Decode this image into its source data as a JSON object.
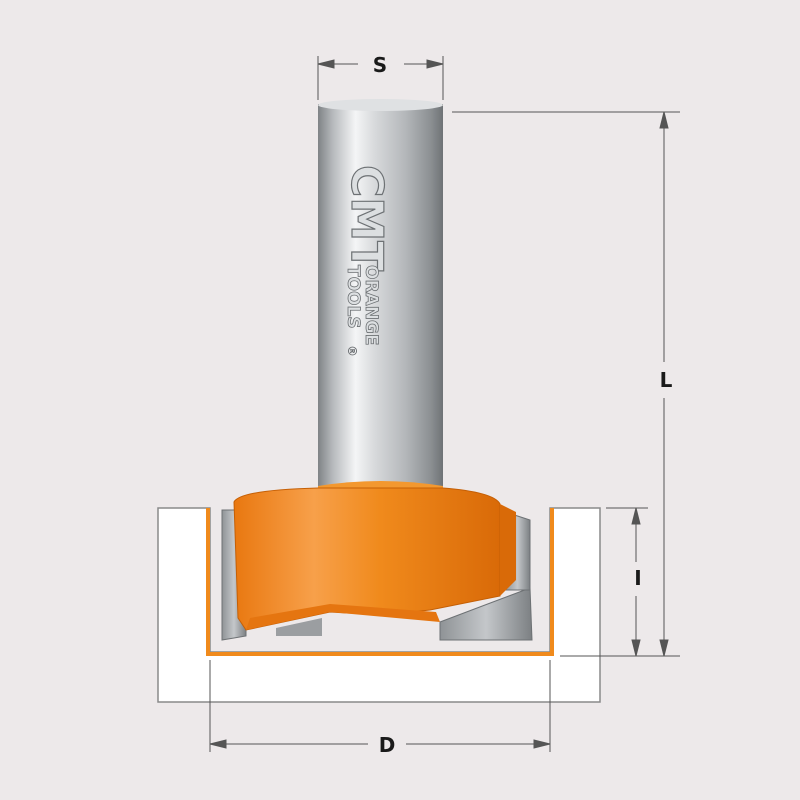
{
  "diagram": {
    "brand": {
      "logo": "CMT",
      "line1": "ORANGE",
      "line2": "TOOLS",
      "registered": "®"
    },
    "dimensions": {
      "shank": "S",
      "length": "L",
      "cut_height": "I",
      "diameter": "D"
    },
    "colors": {
      "background": "#ede9ea",
      "body_orange": "#f08a1c",
      "shank_steel": "#c9cbcd",
      "workpiece": "#ffffff",
      "line": "#555555"
    }
  }
}
